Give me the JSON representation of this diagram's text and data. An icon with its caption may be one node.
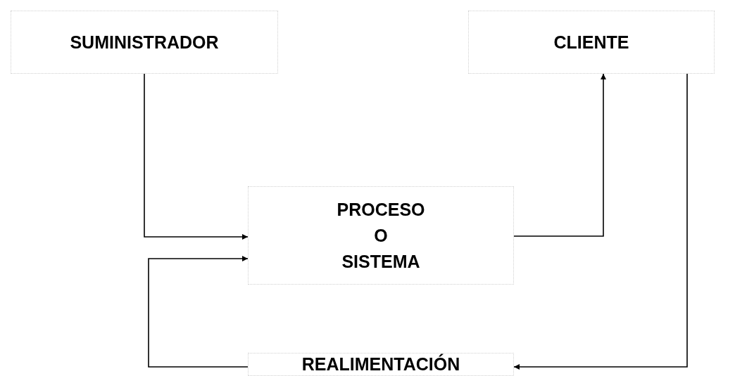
{
  "diagram": {
    "nodes": [
      {
        "text": [
          "SUMINISTRADOR"
        ]
      },
      {
        "text": [
          "CLIENTE"
        ]
      },
      {
        "text": [
          "PROCESO O SISTEMA"
        ]
      },
      {
        "text": [
          "REALIMENTACIÓN"
        ]
      }
    ],
    "edges": [
      {
        "from": 0,
        "to": 2,
        "arrow": "to"
      },
      {
        "from": 2,
        "to": 1,
        "arrow": "to"
      },
      {
        "from": 1,
        "to": 3,
        "arrow": "to"
      },
      {
        "from": 3,
        "to": 2,
        "arrow": "to"
      }
    ]
  }
}
